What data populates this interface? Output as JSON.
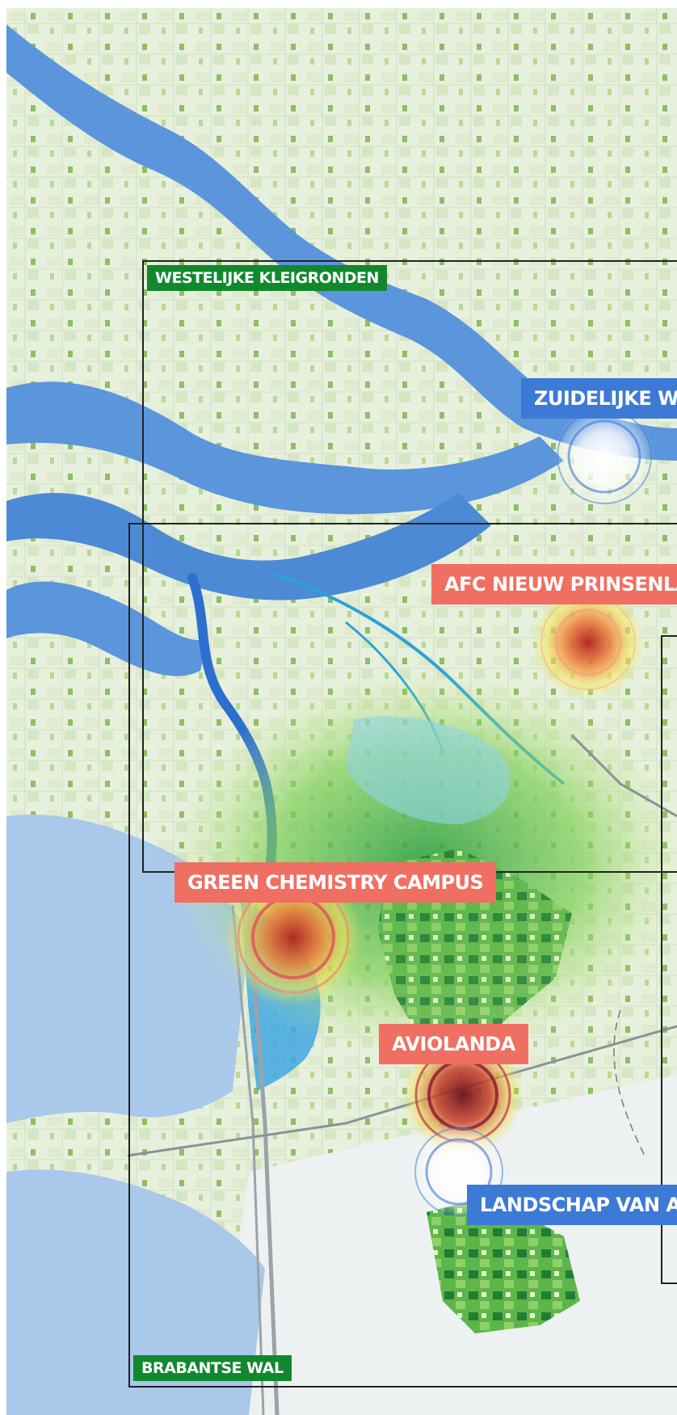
{
  "map": {
    "colors": {
      "water": "#4f8fd8",
      "land_light": "#e8f1df",
      "region_tag": "#12882e",
      "poi_red": "#ef6f62",
      "poi_blue": "#3d7ad6"
    },
    "region_labels": [
      {
        "text": "WESTELIJKE KLEIGRONDEN"
      },
      {
        "text": "BRABANTSE WAL"
      }
    ],
    "poi_labels": [
      {
        "text": "ZUIDELIJKE WATE",
        "kind": "blue"
      },
      {
        "text": "AFC NIEUW PRINSENLAND",
        "kind": "red"
      },
      {
        "text": "GREEN CHEMISTRY CAMPUS",
        "kind": "red"
      },
      {
        "text": "AVIOLANDA",
        "kind": "red"
      },
      {
        "text": "LANDSCHAP VAN ALLURE",
        "kind": "blue"
      }
    ]
  }
}
